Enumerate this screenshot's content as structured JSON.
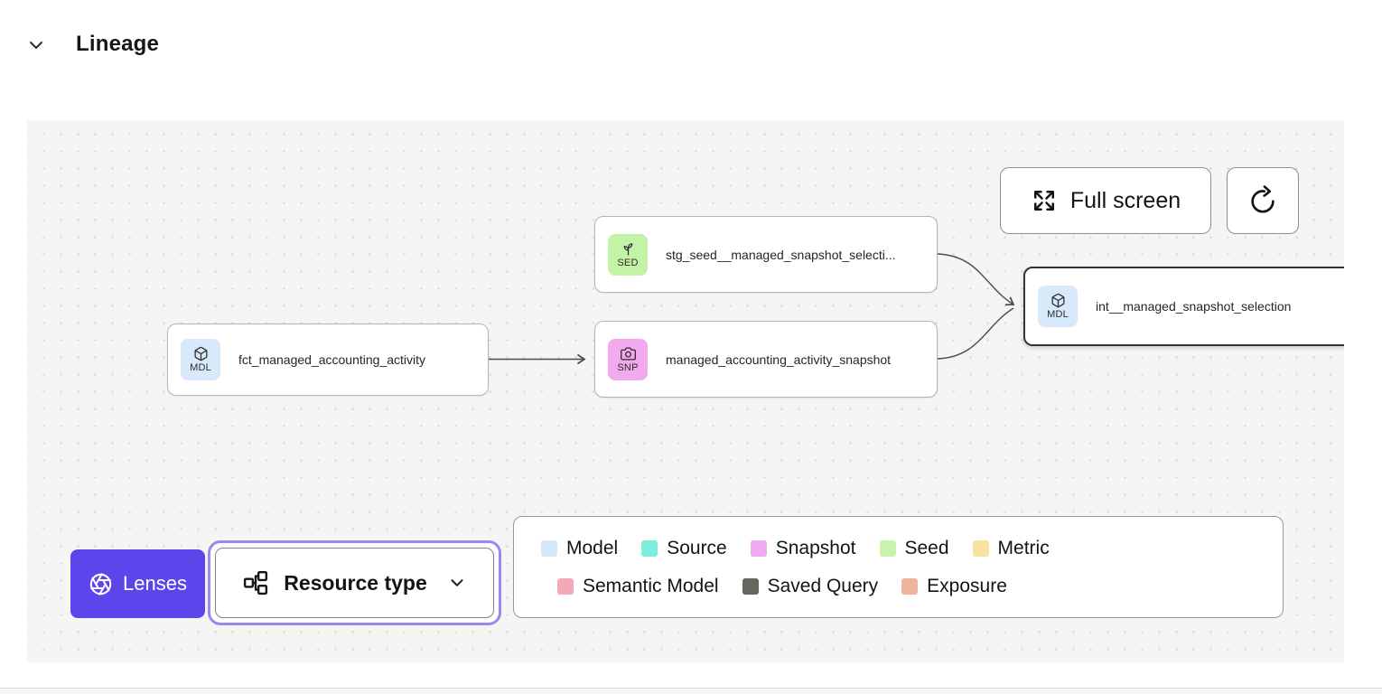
{
  "header": {
    "title": "Lineage"
  },
  "canvas": {
    "toolbar": {
      "full_screen_label": "Full screen"
    },
    "nodes": [
      {
        "badge": "MDL",
        "label": "fct_managed_accounting_activity",
        "badge_color": "#d9e9fc",
        "type": "model"
      },
      {
        "badge": "SED",
        "label": "stg_seed__managed_snapshot_selecti...",
        "badge_color": "#c2f3a6",
        "type": "seed"
      },
      {
        "badge": "SNP",
        "label": "managed_accounting_activity_snapshot",
        "badge_color": "#f3a9ee",
        "type": "snapshot"
      },
      {
        "badge": "MDL",
        "label": "int__managed_snapshot_selection",
        "badge_color": "#d9e9fc",
        "type": "model",
        "selected": true
      }
    ],
    "legend": {
      "items": [
        {
          "label": "Model",
          "color": "#d4e6fa"
        },
        {
          "label": "Source",
          "color": "#7deeda"
        },
        {
          "label": "Snapshot",
          "color": "#f0aaf0"
        },
        {
          "label": "Seed",
          "color": "#c8f2ae"
        },
        {
          "label": "Metric",
          "color": "#f6e3a2"
        },
        {
          "label": "Semantic Model",
          "color": "#f2aab8"
        },
        {
          "label": "Saved Query",
          "color": "#676560"
        },
        {
          "label": "Exposure",
          "color": "#f0b49c"
        }
      ]
    },
    "lenses": {
      "label": "Lenses"
    },
    "resource_type": {
      "label": "Resource type"
    }
  },
  "colors": {
    "accent_purple": "#5d45ec",
    "focus_ring": "#9b87f2",
    "edge": "#4c4c4c"
  }
}
